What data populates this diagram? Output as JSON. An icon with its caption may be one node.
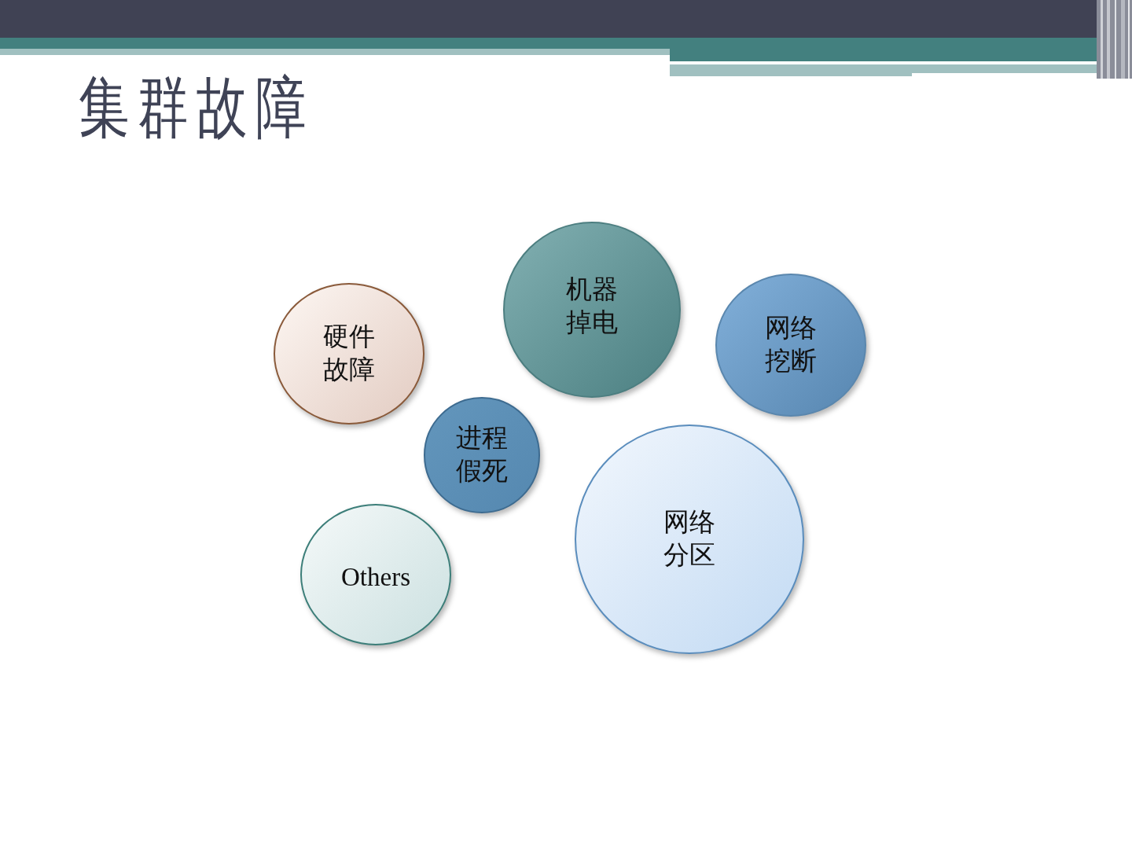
{
  "diagram": {
    "title": "集群故障",
    "nodes": [
      {
        "text": [
          "机器掉电"
        ]
      },
      {
        "text": [
          "网络挖断"
        ]
      },
      {
        "text": [
          "硬件故障"
        ]
      },
      {
        "text": [
          "进程假死"
        ]
      },
      {
        "text": [
          "网络分区"
        ]
      },
      {
        "text": [
          "Others"
        ]
      }
    ]
  }
}
